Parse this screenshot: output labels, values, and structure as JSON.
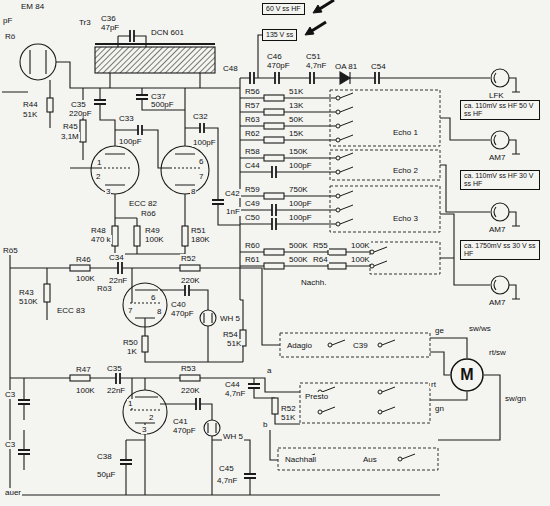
{
  "diagram": {
    "nodes": [
      {
        "text": [
          "60 V ss HF"
        ]
      },
      {
        "text": [
          "135 V ss"
        ]
      },
      {
        "text": [
          "ca. 110mV ss HF 50 V ss HF"
        ]
      },
      {
        "text": [
          "ca. 110mV ss HF 30 V ss HF"
        ]
      },
      {
        "text": [
          "ca. 1750mV ss 30 V ss HF"
        ]
      },
      {
        "text": [
          "M"
        ]
      }
    ],
    "labels": [
      "EM 84",
      "Rö",
      "pF",
      "R44",
      "51K",
      "R45",
      "3,1M",
      "Tr3",
      "C36",
      "47pF",
      "DCN 601",
      "C37",
      "500pF",
      "C35",
      "220pF",
      "C33",
      "100pF",
      "C32",
      "100pF",
      "ECC 82",
      "Rö6",
      "1",
      "2",
      "3",
      "6",
      "7",
      "8",
      "R48",
      "470 k",
      "R49",
      "100K",
      "R51",
      "180K",
      "C42",
      "1nF",
      "C48",
      "C46",
      "470pF",
      "C51",
      "4,7nF",
      "OA 81",
      "C54",
      "LFK",
      "AM7",
      "AM7",
      "AM7",
      "R56",
      "51K",
      "R57",
      "13K",
      "R63",
      "50K",
      "R62",
      "15K",
      "R58",
      "150K",
      "C44",
      "100pF",
      "R59",
      "750K",
      "C49",
      "100pF",
      "C50",
      "100pF",
      "R60",
      "500K",
      "R61",
      "500K",
      "R55",
      "100K",
      "R64",
      "100K",
      "Echo 1",
      "Echo 2",
      "Echo 3",
      "Nachh.",
      "R46",
      "100K",
      "C34",
      "22nF",
      "R52",
      "220K",
      "Rö3",
      "C40",
      "470pF",
      "WH 5",
      "ECC 83",
      "6",
      "7",
      "8",
      "R50",
      "1K",
      "R54",
      "51K",
      "R47",
      "100K",
      "C35",
      "22nF",
      "R53",
      "220K",
      "C41",
      "470pF",
      "C44",
      "4,7nF",
      "R52",
      "51K",
      "WH 5",
      "1",
      "2",
      "3",
      "C38",
      "50µF",
      "C45",
      "4,7nF",
      "Adagio",
      "Presto",
      "Nachhall",
      "Aus",
      "a",
      "b",
      "C39",
      "sw/ws",
      "ge",
      "rt/sw",
      "rt",
      "sw/gn",
      "gn",
      "Rö5",
      "R43",
      "510K",
      "C3",
      "C3",
      "auer"
    ]
  }
}
